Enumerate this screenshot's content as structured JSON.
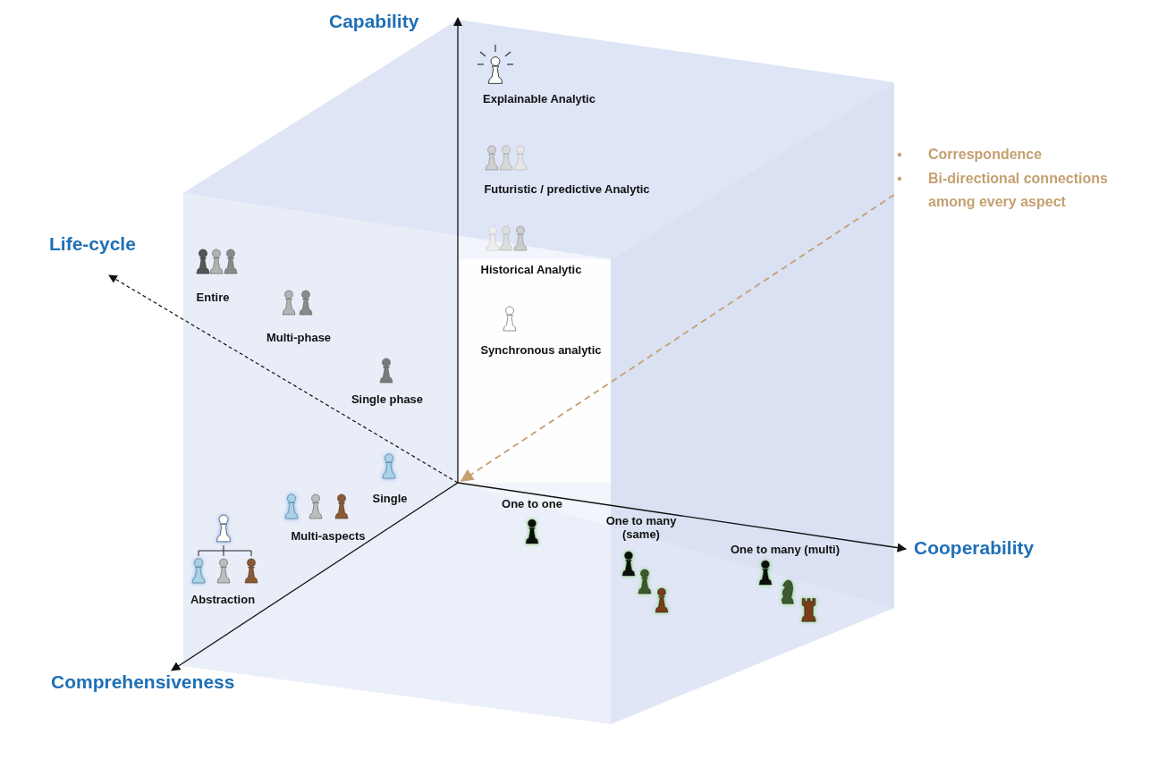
{
  "diagram": {
    "labels": [
      "Capability",
      "Explainable Analytic",
      "Correspondence",
      "Bi-directional connections among every aspect",
      "Futuristic / predictive Analytic",
      "Life-cycle",
      "Entire",
      "Historical Analytic",
      "Multi-phase",
      "Synchronous analytic",
      "Single phase",
      "Single",
      "One to one",
      "Multi-aspects",
      "One to many (same)",
      "One to many (multi)",
      "Cooperability",
      "Abstraction",
      "Comprehensiveness"
    ]
  }
}
